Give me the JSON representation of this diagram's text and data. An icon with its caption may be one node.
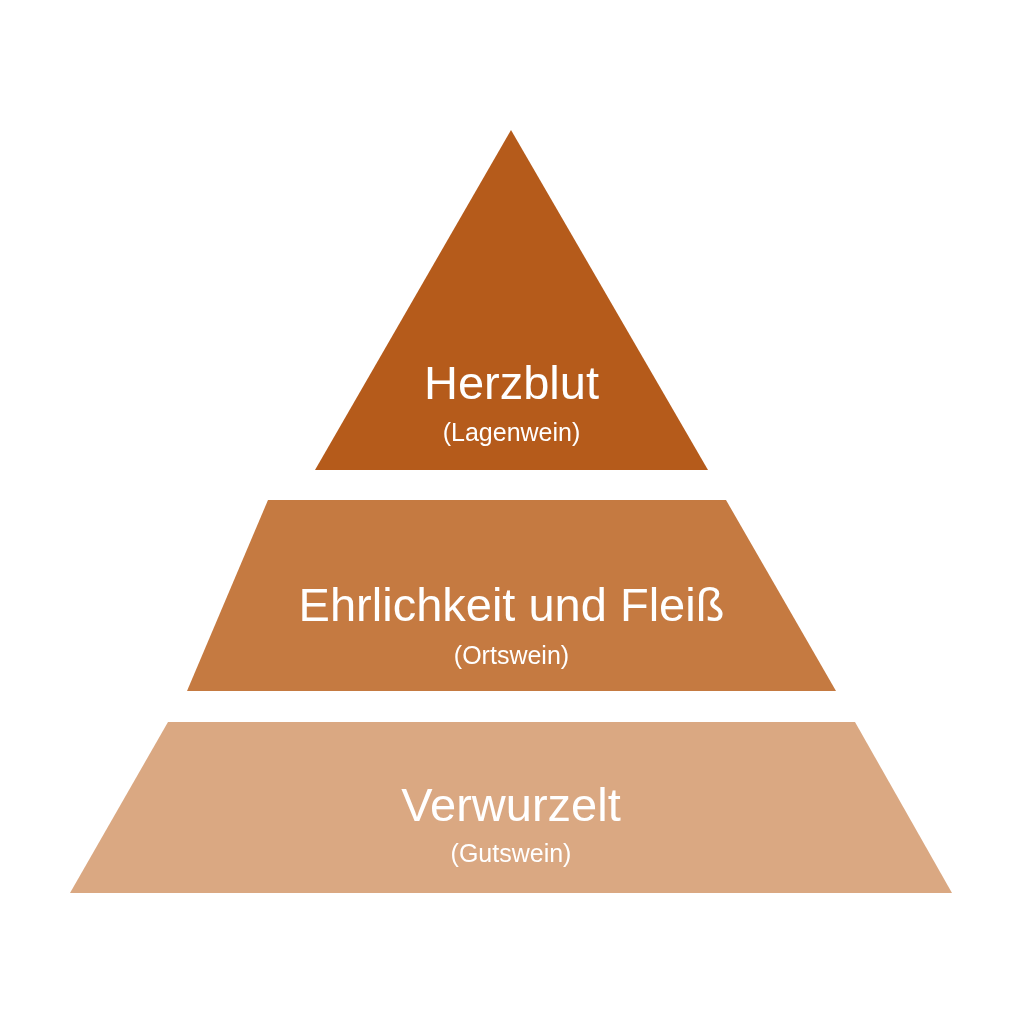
{
  "diagram": {
    "nodes": [
      {
        "text": [
          "Herzblut",
          "(Lagenwein)"
        ]
      },
      {
        "text": [
          "Ehrlichkeit und Fleiß",
          "(Ortswein)"
        ]
      },
      {
        "text": [
          "Verwurzelt",
          "(Gutswein)"
        ]
      }
    ]
  }
}
